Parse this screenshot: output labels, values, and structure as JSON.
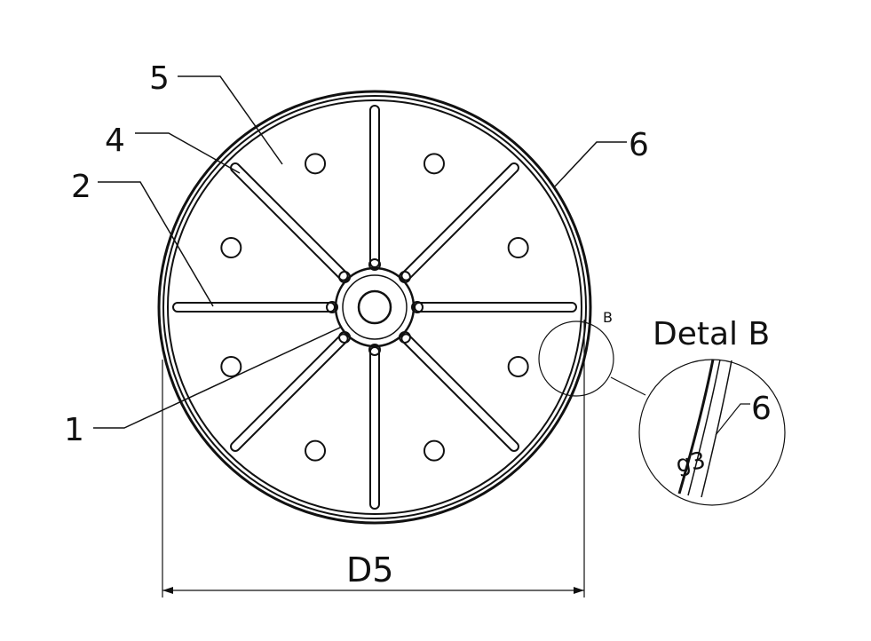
{
  "labels": {
    "hub": "1",
    "spoke": "2",
    "spoke_end": "4",
    "disc": "5",
    "rim": "6",
    "detail_marker": "B"
  },
  "detail": {
    "title": "Detal B",
    "rim_label": "6",
    "thickness_label": "g3"
  },
  "dimension": {
    "diameter_label": "D5"
  }
}
